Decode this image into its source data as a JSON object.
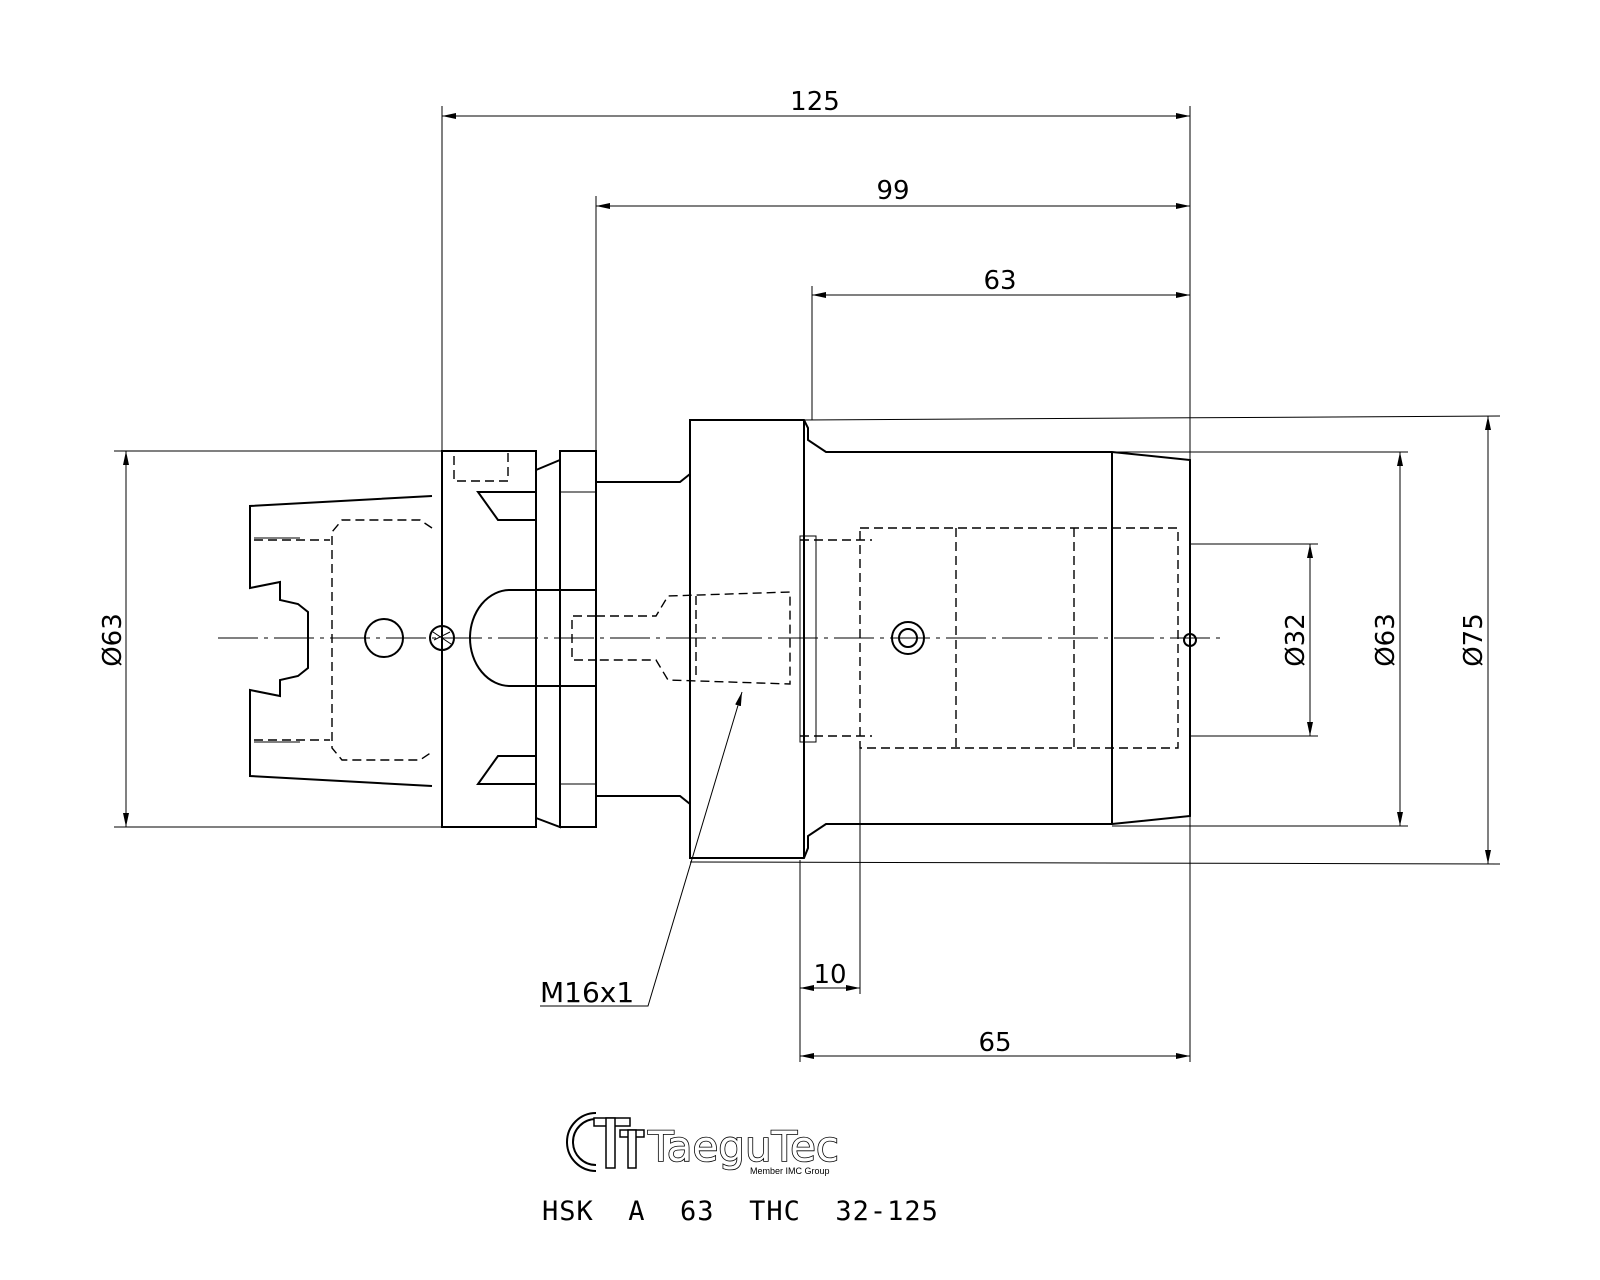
{
  "dimensions": {
    "length_total": "125",
    "length_99": "99",
    "length_63": "63",
    "length_10": "10",
    "length_65": "65",
    "diameter_shank": "Ø63",
    "diameter_bore": "Ø32",
    "diameter_body": "Ø63",
    "diameter_flange": "Ø75"
  },
  "callout": {
    "thread": "M16x1"
  },
  "logo": {
    "name": "TaeguTec",
    "tagline": "Member IMC Group"
  },
  "title": "HSK  A  63  THC  32-125"
}
